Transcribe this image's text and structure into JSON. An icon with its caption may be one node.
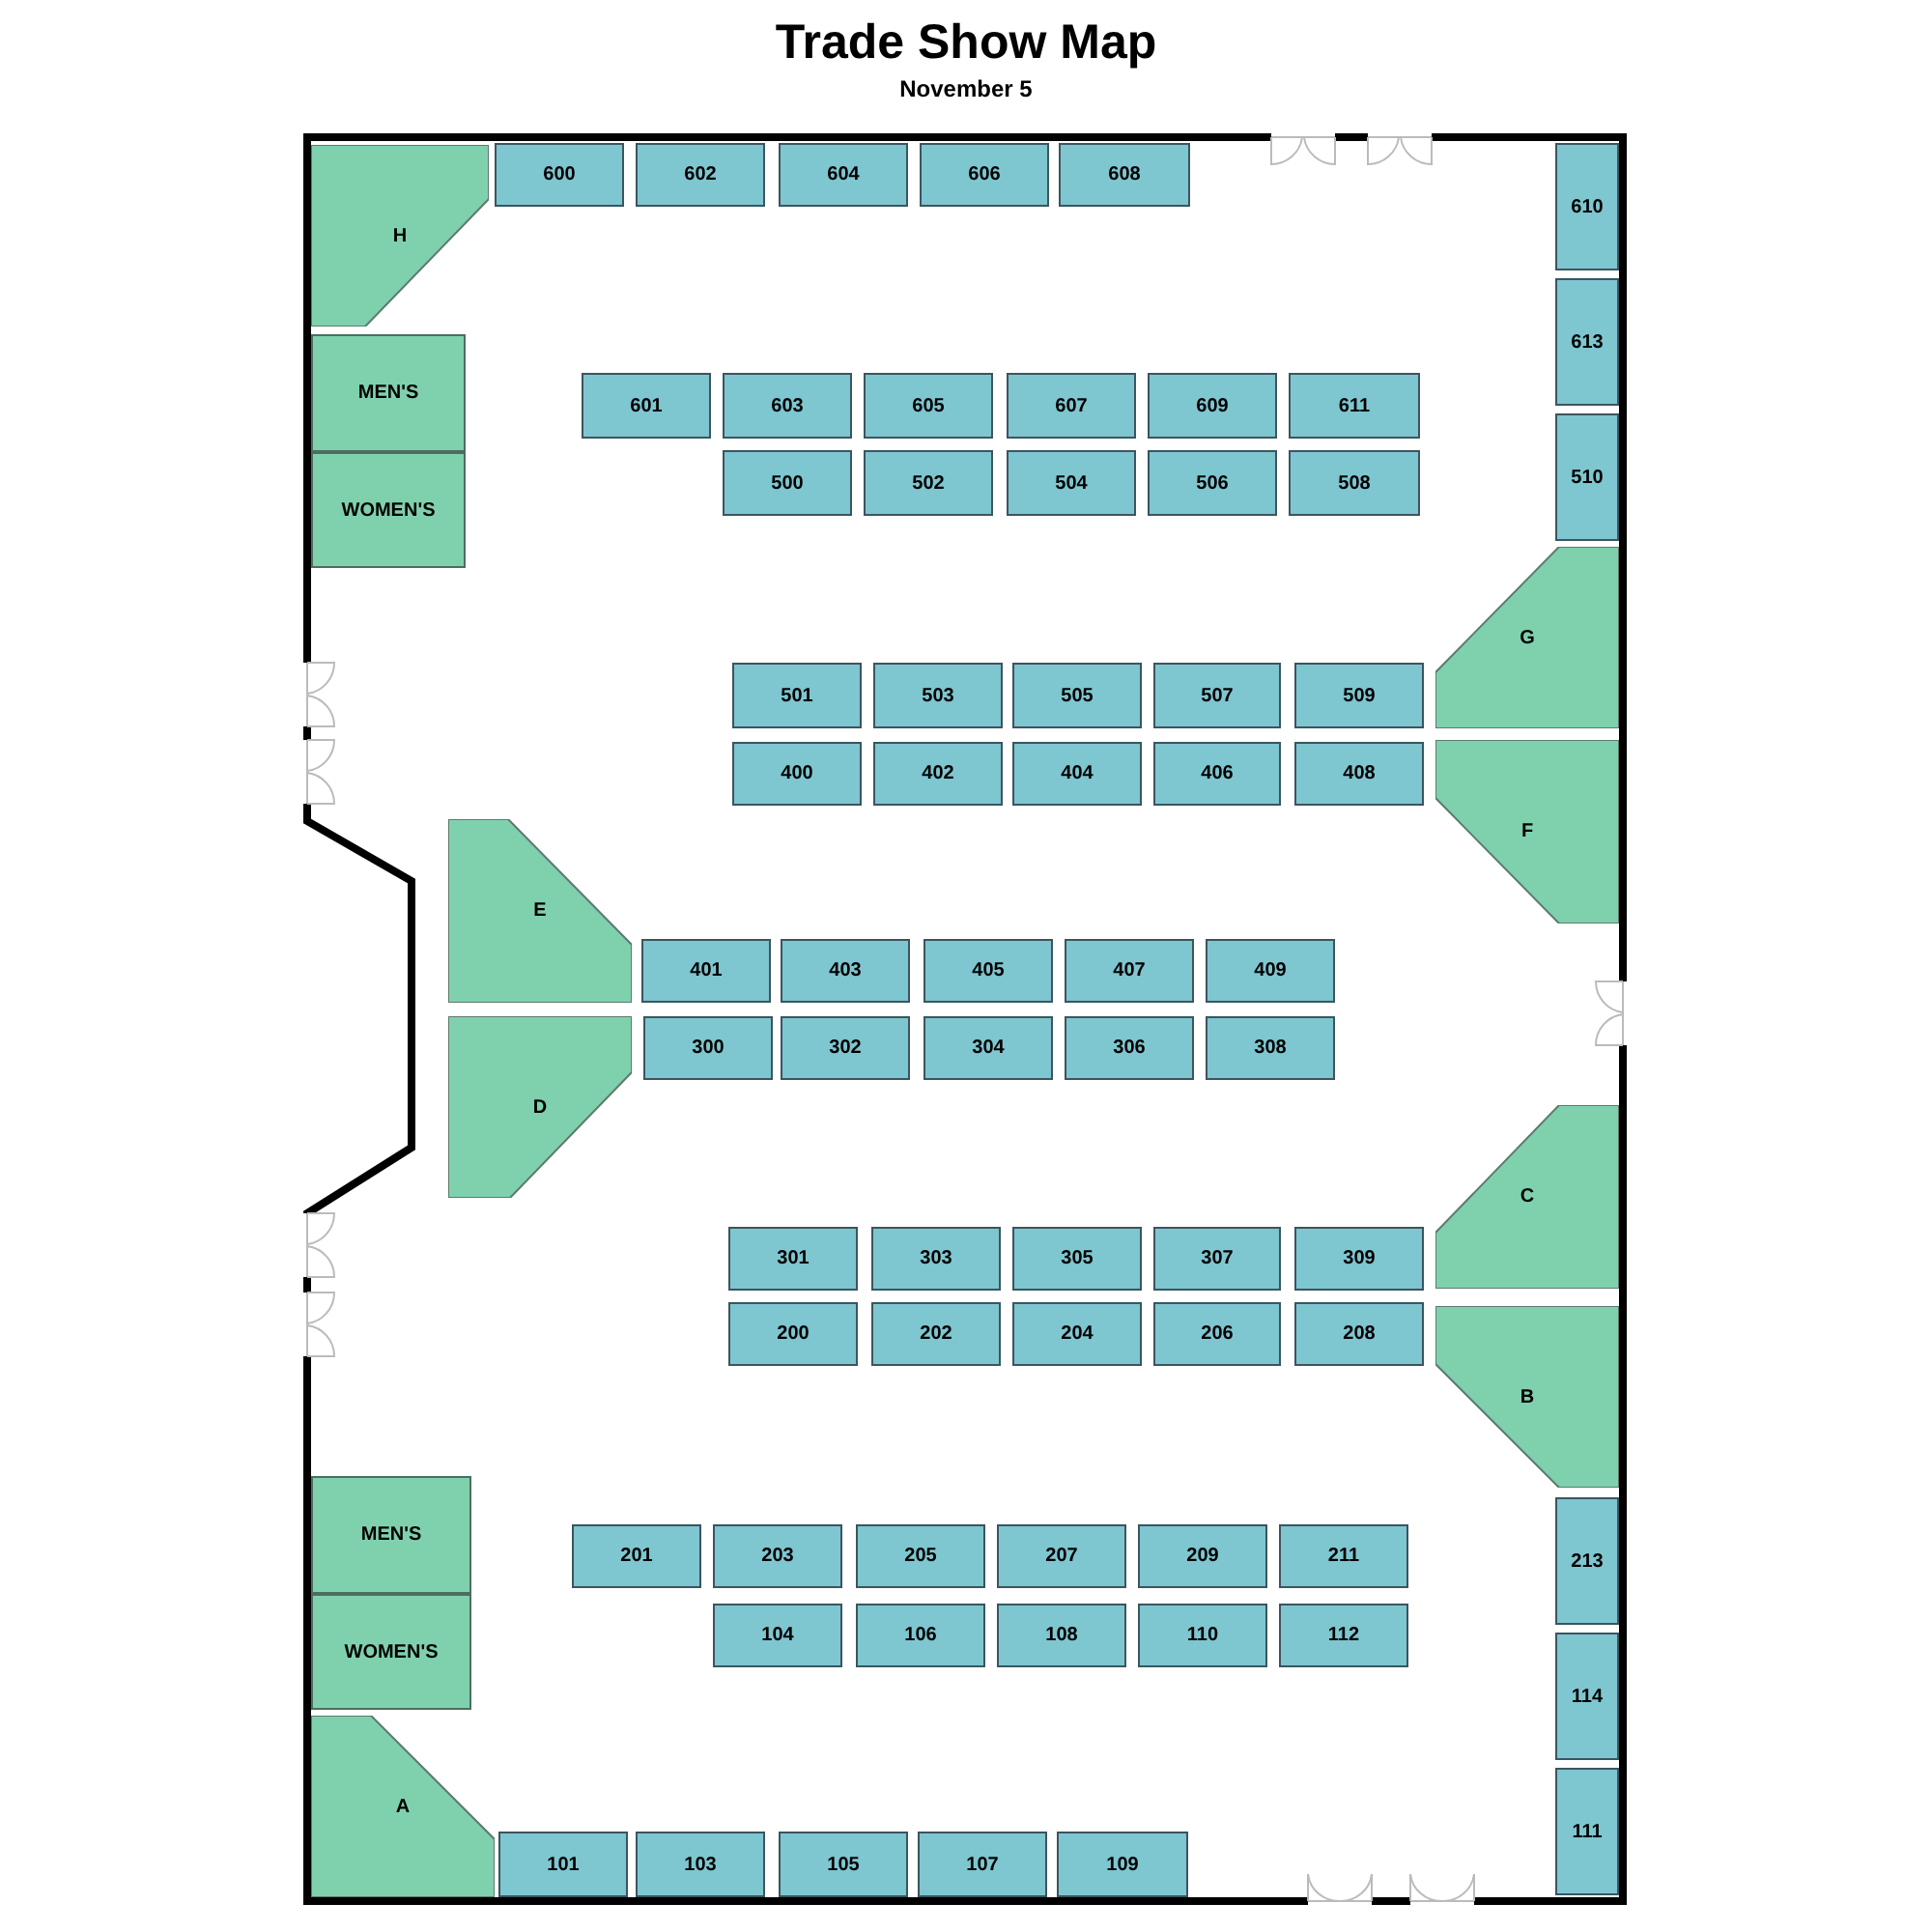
{
  "diagram": {
    "title": "Trade Show Map",
    "nodes": [
      {
        "text": [
          "H"
        ]
      },
      {
        "text": [
          "600"
        ]
      },
      {
        "text": [
          "602"
        ]
      },
      {
        "text": [
          "604"
        ]
      },
      {
        "text": [
          "606"
        ]
      },
      {
        "text": [
          "608"
        ]
      },
      {
        "text": [
          "610"
        ]
      },
      {
        "text": [
          "MEN'S"
        ]
      },
      {
        "text": [
          "WOMEN'S"
        ]
      },
      {
        "text": [
          "613"
        ]
      },
      {
        "text": [
          "601"
        ]
      },
      {
        "text": [
          "603"
        ]
      },
      {
        "text": [
          "605"
        ]
      },
      {
        "text": [
          "607"
        ]
      },
      {
        "text": [
          "609"
        ]
      },
      {
        "text": [
          "611"
        ]
      },
      {
        "text": [
          "500"
        ]
      },
      {
        "text": [
          "502"
        ]
      },
      {
        "text": [
          "504"
        ]
      },
      {
        "text": [
          "506"
        ]
      },
      {
        "text": [
          "508"
        ]
      },
      {
        "text": [
          "510"
        ]
      },
      {
        "text": [
          "G"
        ]
      },
      {
        "text": [
          "501"
        ]
      },
      {
        "text": [
          "503"
        ]
      },
      {
        "text": [
          "505"
        ]
      },
      {
        "text": [
          "507"
        ]
      },
      {
        "text": [
          "509"
        ]
      },
      {
        "text": [
          "400"
        ]
      },
      {
        "text": [
          "402"
        ]
      },
      {
        "text": [
          "404"
        ]
      },
      {
        "text": [
          "406"
        ]
      },
      {
        "text": [
          "408"
        ]
      },
      {
        "text": [
          "F"
        ]
      },
      {
        "text": [
          "E"
        ]
      },
      {
        "text": [
          "401"
        ]
      },
      {
        "text": [
          "403"
        ]
      },
      {
        "text": [
          "405"
        ]
      },
      {
        "text": [
          "407"
        ]
      },
      {
        "text": [
          "409"
        ]
      },
      {
        "text": [
          "D"
        ]
      },
      {
        "text": [
          "300"
        ]
      },
      {
        "text": [
          "302"
        ]
      },
      {
        "text": [
          "304"
        ]
      },
      {
        "text": [
          "306"
        ]
      },
      {
        "text": [
          "308"
        ]
      },
      {
        "text": [
          "C"
        ]
      },
      {
        "text": [
          "301"
        ]
      },
      {
        "text": [
          "303"
        ]
      },
      {
        "text": [
          "305"
        ]
      },
      {
        "text": [
          "307"
        ]
      },
      {
        "text": [
          "309"
        ]
      },
      {
        "text": [
          "B"
        ]
      },
      {
        "text": [
          "200"
        ]
      },
      {
        "text": [
          "202"
        ]
      },
      {
        "text": [
          "204"
        ]
      },
      {
        "text": [
          "206"
        ]
      },
      {
        "text": [
          "208"
        ]
      },
      {
        "text": [
          "MEN'S"
        ]
      },
      {
        "text": [
          "213"
        ]
      },
      {
        "text": [
          "201"
        ]
      },
      {
        "text": [
          "203"
        ]
      },
      {
        "text": [
          "205"
        ]
      },
      {
        "text": [
          "207"
        ]
      },
      {
        "text": [
          "209"
        ]
      },
      {
        "text": [
          "211"
        ]
      },
      {
        "text": [
          "WOMEN'S"
        ]
      },
      {
        "text": [
          "104"
        ]
      },
      {
        "text": [
          "106"
        ]
      },
      {
        "text": [
          "108"
        ]
      },
      {
        "text": [
          "110"
        ]
      },
      {
        "text": [
          "112"
        ]
      },
      {
        "text": [
          "114"
        ]
      },
      {
        "text": [
          "A"
        ]
      },
      {
        "text": [
          "111"
        ]
      },
      {
        "text": [
          "101"
        ]
      },
      {
        "text": [
          "103"
        ]
      },
      {
        "text": [
          "105"
        ]
      },
      {
        "text": [
          "107"
        ]
      },
      {
        "text": [
          "109"
        ]
      }
    ],
    "labels": [
      "November 5"
    ]
  }
}
